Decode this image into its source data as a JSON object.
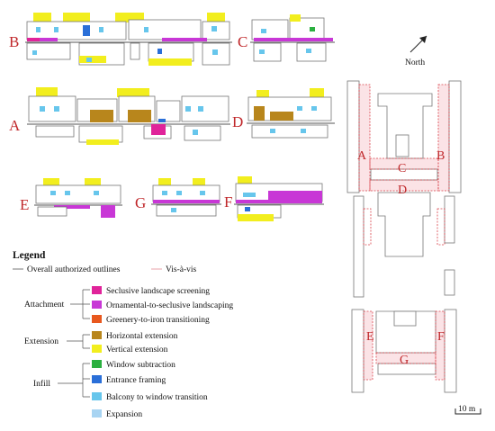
{
  "elevation_labels": [
    "B",
    "C",
    "A",
    "D",
    "E",
    "G",
    "F"
  ],
  "north_label": "North",
  "legend": {
    "title": "Legend",
    "lines": [
      {
        "label": "Overall authorized outlines",
        "color": "#777777",
        "style": "solid"
      },
      {
        "label": "Vis-à-vis",
        "color": "#e8a0a8",
        "style": "solid"
      }
    ],
    "groups": [
      {
        "name": "Attachment",
        "items": [
          {
            "label": "Seclusive landscape screening",
            "color": "#e0239a"
          },
          {
            "label": "Ornamental-to-seclusive landscaping",
            "color": "#c837d6"
          },
          {
            "label": "Greenery-to-iron transitioning",
            "color": "#e8581e"
          }
        ]
      },
      {
        "name": "Extension",
        "items": [
          {
            "label": "Horizontal extension",
            "color": "#b8861c"
          },
          {
            "label": "Vertical extension",
            "color": "#f2ee1e"
          }
        ]
      },
      {
        "name": "Infill",
        "items": [
          {
            "label": "Window subtraction",
            "color": "#2bb040"
          },
          {
            "label": "Entrance framing",
            "color": "#2a6fd8"
          },
          {
            "label": "Balcony to window transition",
            "color": "#67c6ec"
          }
        ]
      }
    ],
    "extra_item": {
      "label": "Expansion",
      "color": "#a8d4f2"
    }
  },
  "plan_labels": [
    "A",
    "B",
    "C",
    "D",
    "E",
    "F",
    "G"
  ],
  "scale_label": "10 m"
}
